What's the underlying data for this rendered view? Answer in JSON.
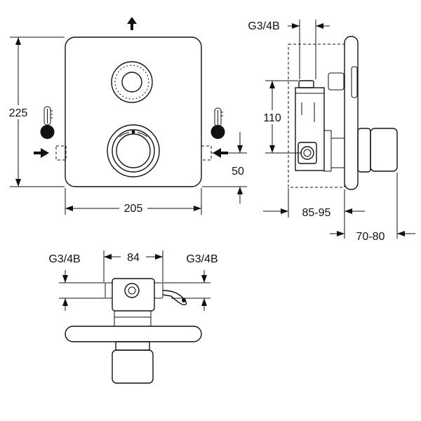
{
  "dimensions": {
    "front_height": "225",
    "front_width": "205",
    "front_offset": "50",
    "side_connection": "G3/4B",
    "side_height": "110",
    "side_depth_range": "85-95",
    "side_handle_range": "70-80",
    "top_left_connection": "G3/4B",
    "top_spacing": "84",
    "top_right_connection": "G3/4B"
  },
  "icons": {
    "up_arrow": "arrow-up-icon",
    "thermometer_cold": "thermometer-cold-icon",
    "thermometer_hot": "thermometer-hot-icon",
    "inlet_left": "inlet-arrow-right-icon",
    "inlet_right": "inlet-arrow-left-icon"
  }
}
